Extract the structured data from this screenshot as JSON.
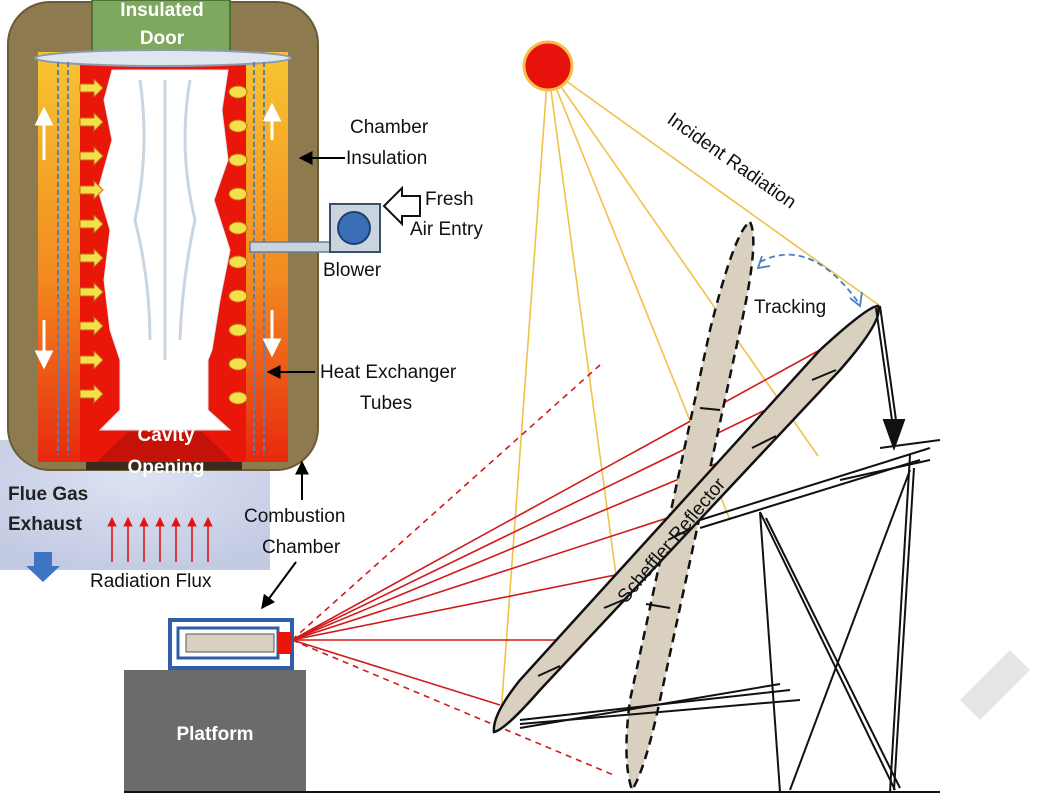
{
  "labels": {
    "insulated_door_1": "Insulated",
    "insulated_door_2": "Door",
    "chamber_insulation_1": "Chamber",
    "chamber_insulation_2": "Insulation",
    "fresh_air_1": "Fresh",
    "fresh_air_2": "Air Entry",
    "blower": "Blower",
    "heat_exchanger_1": "Heat Exchanger",
    "heat_exchanger_2": "Tubes",
    "cavity_1": "Cavity",
    "cavity_2": "Opening",
    "flue_gas_1": "Flue Gas",
    "flue_gas_2": "Exhaust",
    "combustion_1": "Combustion",
    "combustion_2": "Chamber",
    "radiation_flux": "Radiation Flux",
    "incident_radiation": "Incident Radiation",
    "tracking": "Tracking",
    "scheffler_reflector": "Scheffler Reflector",
    "platform": "Platform"
  },
  "colors": {
    "chamber_insulation": "#8e7a4f",
    "insulated_door": "#7fa85f",
    "hot_inner": "#e8170a",
    "hot_outer": "#f5a51e",
    "sun": "#e8120c",
    "reflected_ray": "#d11a1a",
    "incident_ray": "#f0c24a",
    "reflector": "#d9d0c0",
    "platform": "#6b6b6b",
    "receiver_frame": "#2f5fa8",
    "flue_gas": "#c7cfe6",
    "tracking_arc": "#4a7fbf"
  }
}
